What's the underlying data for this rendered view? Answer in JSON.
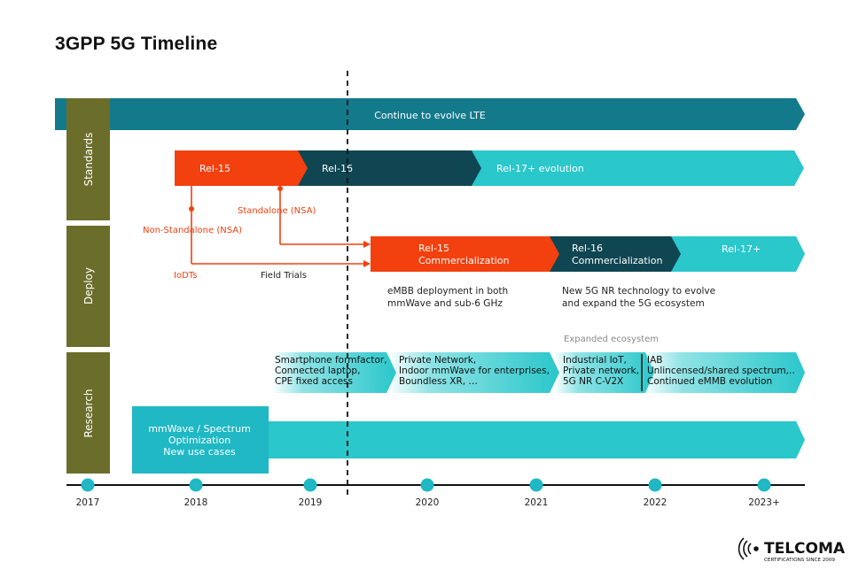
{
  "title": "3GPP 5G Timeline",
  "sections": [
    "Standards",
    "Deploy",
    "Research"
  ],
  "lte_bar": "Continue to evolve LTE",
  "standards": {
    "rel15": "Rel-15",
    "rel16": "Rel-16",
    "rel17": "Rel-17+ evolution"
  },
  "deploy": {
    "standalone": "Standalone (NSA)",
    "non_standalone": "Non-Standalone (NSA)",
    "iodts": "IoDTs",
    "field_trials": "Field Trials",
    "rel15_comm": [
      "Rel-15",
      "Commercialization"
    ],
    "rel16_comm": [
      "Rel-16",
      "Commercialization"
    ],
    "rel17": "Rel-17+",
    "embb_note": [
      "eMBB deployment in both",
      "mmWave and sub-6 GHz"
    ],
    "nr_note": [
      "New 5G NR technology to evolve",
      "and expand the 5G ecosystem"
    ]
  },
  "research": {
    "expanded": "Expanded ecosystem",
    "box1": [
      "Smartphone formfactor,",
      "Connected laptop,",
      "CPE fixed access"
    ],
    "box2": [
      "Private Network,",
      "Indoor mmWave for enterprises,",
      "Boundless XR, …"
    ],
    "box3": [
      "Industrial IoT,",
      "Private network,",
      "5G NR C-V2X"
    ],
    "box4": [
      "IAB",
      "Unlincensed/shared spectrum,..",
      "Continued eMMB evolution"
    ],
    "mmwave": [
      "mmWave / Spectrum",
      "Optimization",
      "New use cases"
    ]
  },
  "years": [
    "2017",
    "2018",
    "2019",
    "2020",
    "2021",
    "2022",
    "2023+"
  ],
  "logo": {
    "name": "TELCOMA",
    "tagline": "CERTIFICATIONS SINCE 2009"
  },
  "colors": {
    "olive": "#6b6e2a",
    "lte_teal": "#137a8c",
    "orange": "#f2400f",
    "dark_teal": "#0f4652",
    "cyan": "#2ac7cb",
    "research_box": "#1fb8c4"
  }
}
